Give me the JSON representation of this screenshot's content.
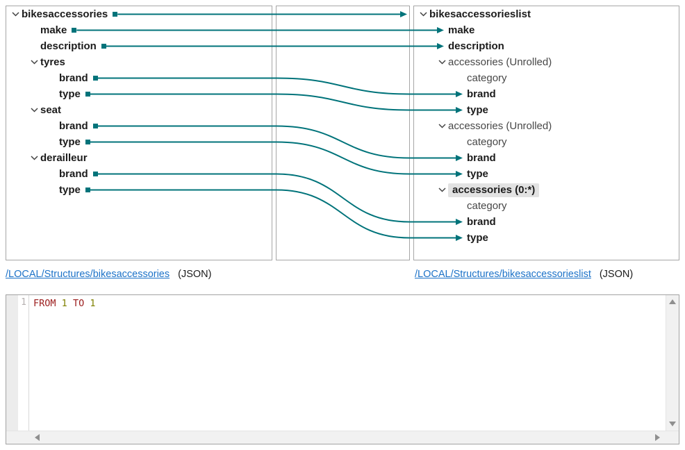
{
  "colors": {
    "wire_teal": "#00737a",
    "link_blue": "#1c72c8",
    "keyword_red": "#9b1c1c",
    "number_olive": "#7f8000",
    "highlight_gray": "#e2e2e2",
    "muted_text": "#474747"
  },
  "panels": {
    "source": {
      "rows": [
        {
          "label": "bikesaccessories",
          "level": 0,
          "bold": true,
          "chevron": true,
          "port": true
        },
        {
          "label": "make",
          "level": 1,
          "bold": true,
          "port": true
        },
        {
          "label": "description",
          "level": 1,
          "bold": true,
          "port": true
        },
        {
          "label": "tyres",
          "level": 1,
          "bold": true,
          "chevron": true
        },
        {
          "label": "brand",
          "level": 2,
          "bold": true,
          "port": true
        },
        {
          "label": "type",
          "level": 2,
          "bold": true,
          "port": true
        },
        {
          "label": "seat",
          "level": 1,
          "bold": true,
          "chevron": true
        },
        {
          "label": "brand",
          "level": 2,
          "bold": true,
          "port": true
        },
        {
          "label": "type",
          "level": 2,
          "bold": true,
          "port": true
        },
        {
          "label": "derailleur",
          "level": 1,
          "bold": true,
          "chevron": true
        },
        {
          "label": "brand",
          "level": 2,
          "bold": true,
          "port": true
        },
        {
          "label": "type",
          "level": 2,
          "bold": true,
          "port": true
        }
      ]
    },
    "target": {
      "rows": [
        {
          "label": "bikesaccessorieslist",
          "level": 0,
          "bold": true,
          "chevron": true
        },
        {
          "label": "make",
          "level": 1,
          "bold": true
        },
        {
          "label": "description",
          "level": 1,
          "bold": true
        },
        {
          "label": "accessories (Unrolled)",
          "level": 1,
          "chevron": true
        },
        {
          "label": "category",
          "level": 2
        },
        {
          "label": "brand",
          "level": 2,
          "bold": true
        },
        {
          "label": "type",
          "level": 2,
          "bold": true
        },
        {
          "label": "accessories (Unrolled)",
          "level": 1,
          "chevron": true
        },
        {
          "label": "category",
          "level": 2
        },
        {
          "label": "brand",
          "level": 2,
          "bold": true
        },
        {
          "label": "type",
          "level": 2,
          "bold": true
        },
        {
          "label": "accessories (0:*)",
          "level": 1,
          "bold": true,
          "chevron": true,
          "highlighted": true
        },
        {
          "label": "category",
          "level": 2
        },
        {
          "label": "brand",
          "level": 2,
          "bold": true
        },
        {
          "label": "type",
          "level": 2,
          "bold": true
        }
      ]
    }
  },
  "mappings": [
    {
      "from": 0,
      "to": 0,
      "end": "middle"
    },
    {
      "from": 1,
      "to": 1
    },
    {
      "from": 2,
      "to": 2
    },
    {
      "from": 4,
      "to": 5
    },
    {
      "from": 5,
      "to": 6
    },
    {
      "from": 7,
      "to": 9
    },
    {
      "from": 8,
      "to": 10
    },
    {
      "from": 10,
      "to": 13
    },
    {
      "from": 11,
      "to": 14
    }
  ],
  "sources_bar": {
    "left_link": "/LOCAL/Structures/bikesaccessories",
    "left_format": "(JSON)",
    "right_link": "/LOCAL/Structures/bikesaccessorieslist",
    "right_format": "(JSON)"
  },
  "editor": {
    "line_number": "1",
    "tokens": [
      {
        "text": "FROM",
        "type": "keyword"
      },
      {
        "text": " ",
        "type": "plain"
      },
      {
        "text": "1",
        "type": "number"
      },
      {
        "text": " ",
        "type": "plain"
      },
      {
        "text": "TO",
        "type": "keyword"
      },
      {
        "text": " ",
        "type": "plain"
      },
      {
        "text": "1",
        "type": "number"
      }
    ]
  }
}
